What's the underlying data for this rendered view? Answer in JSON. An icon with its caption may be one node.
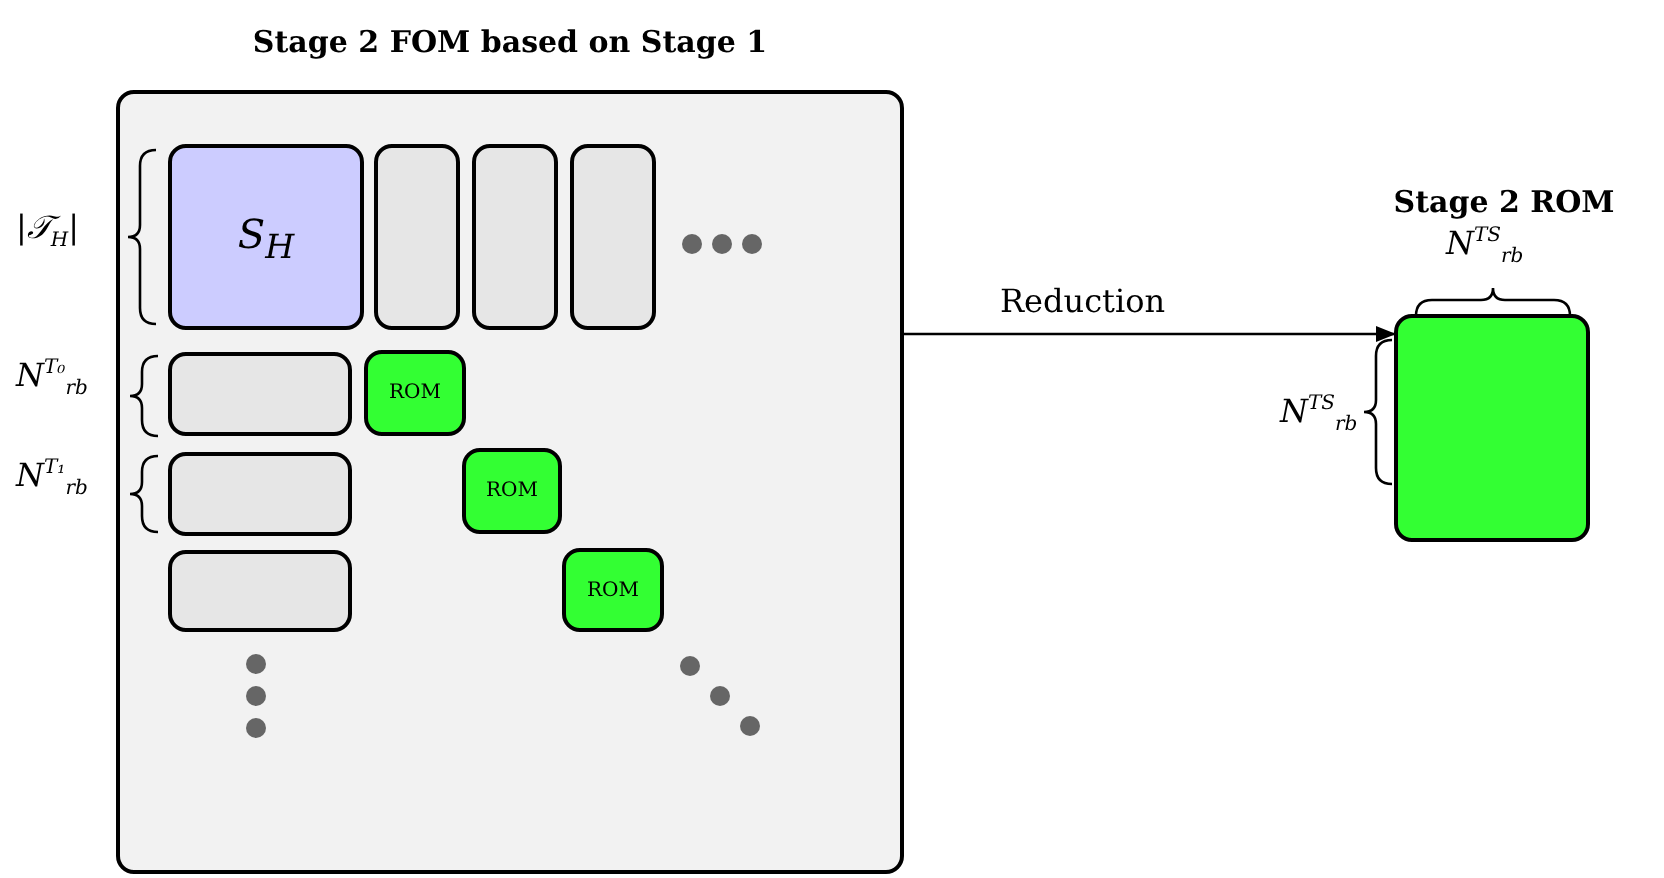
{
  "diagram": {
    "nodes": [
      {
        "text": [
          "Stage 2 FOM based on Stage 1"
        ]
      },
      {
        "text": [
          "S$_{H}$"
        ],
        "in": 0
      },
      {
        "text": [],
        "shape": "box",
        "in": 0
      },
      {
        "text": [],
        "shape": "box",
        "in": 0
      },
      {
        "text": [],
        "shape": "box",
        "in": 0
      },
      {
        "text": [],
        "shape": "box",
        "in": 0
      },
      {
        "text": [
          "ROM"
        ],
        "in": 0
      },
      {
        "text": [],
        "shape": "box",
        "in": 0
      },
      {
        "text": [
          "ROM"
        ],
        "in": 0
      },
      {
        "text": [],
        "shape": "box",
        "in": 0
      },
      {
        "text": [
          "ROM"
        ],
        "in": 0
      },
      {
        "text": [
          "Stage 2 ROM"
        ]
      }
    ],
    "edges": [
      {
        "from": 0,
        "to": 11,
        "arrow": "to",
        "label": "Reduction"
      }
    ],
    "labels": [
      "|𝒯$_{H}$|",
      "N$^{T₀}$$_{rb}$",
      "N$^{T₁}$$_{rb}$",
      "N$^{TS}$$_{rb}$",
      "N$^{TS}$$_{rb}$"
    ]
  }
}
